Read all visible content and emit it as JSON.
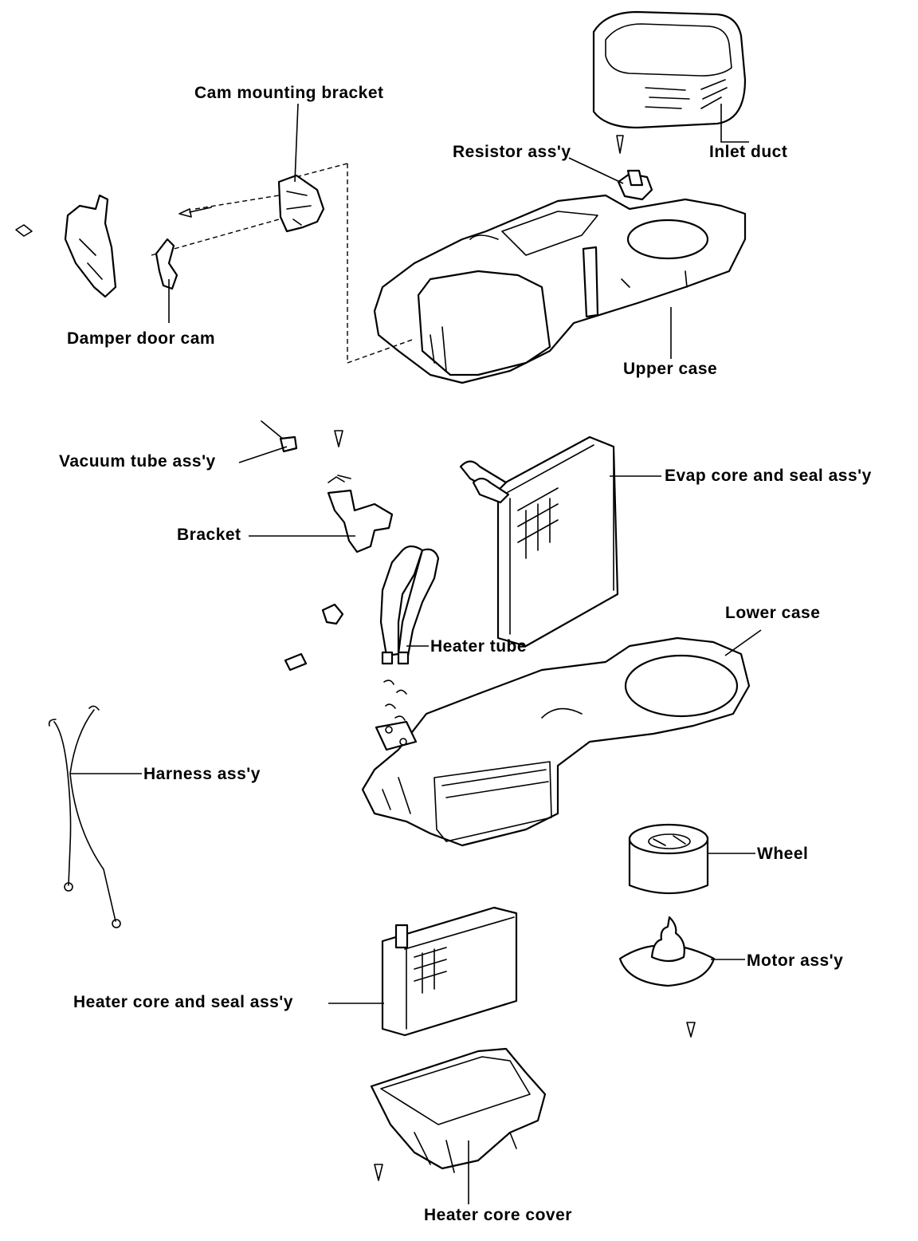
{
  "labels": {
    "cam_mounting_bracket": "Cam mounting bracket",
    "resistor_assy": "Resistor ass'y",
    "inlet_duct": "Inlet duct",
    "damper_door_cam": "Damper door cam",
    "upper_case": "Upper case",
    "vacuum_tube_assy": "Vacuum tube ass'y",
    "evap_core_and_seal_assy": "Evap core and seal ass'y",
    "bracket": "Bracket",
    "lower_case": "Lower case",
    "heater_tube": "Heater tube",
    "harness_assy": "Harness ass'y",
    "wheel": "Wheel",
    "motor_assy": "Motor ass'y",
    "heater_core_and_seal_assy": "Heater core and seal ass'y",
    "heater_core_cover": "Heater core cover"
  }
}
